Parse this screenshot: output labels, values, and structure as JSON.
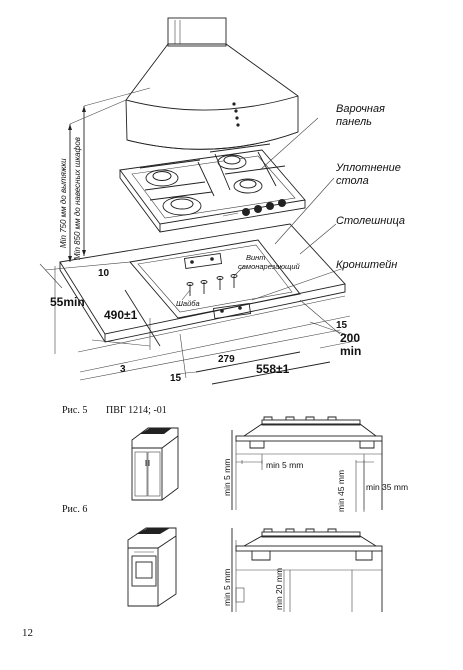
{
  "labels": {
    "hob": "Варочная панель",
    "hob_line1": "Варочная",
    "hob_line2": "панель",
    "seal": "Уплотнение стола",
    "seal_line1": "Уплотнение",
    "seal_line2": "стола",
    "countertop": "Столешница",
    "bracket": "Кронштейн",
    "screw_line1": "Винт",
    "screw_line2": "самонарезающий",
    "washer": "Шайба"
  },
  "vertical_notes": {
    "hood_min": "Min 750 мм до вытяжки",
    "cabinet_min": "Min 850 мм до навесных шкафов"
  },
  "dimensions": {
    "d10": "10",
    "d55": "55min",
    "d490": "490±1",
    "d15_right": "15",
    "d200": "200",
    "d200_unit": "min",
    "d279": "279",
    "d3": "3",
    "d15_left": "15",
    "d558": "558±1"
  },
  "captions": {
    "fig5": "Рис. 5",
    "model": "ПВГ 1214; -01",
    "fig6": "Рис. 6"
  },
  "fig5_dims": {
    "left_min5": "min 5 mm",
    "top_min5": "min 5 mm",
    "min45": "min 45 mm",
    "min35": "min 35 mm"
  },
  "fig6_dims": {
    "left_min5": "min 5 mm",
    "min20": "min 20 mm"
  },
  "page_number": "12"
}
